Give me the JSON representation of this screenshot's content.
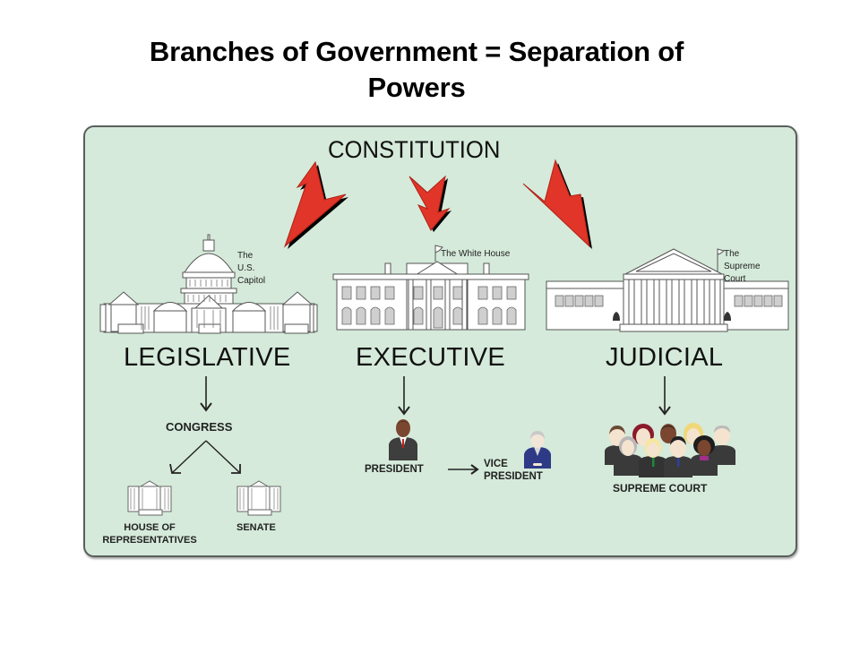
{
  "slide": {
    "title_line1": "Branches of Government = Separation of",
    "title_line2": "Powers"
  },
  "diagram": {
    "root": "CONSTITUTION",
    "arrow_color": "#e03528",
    "background_color": "#d5eada",
    "branches": [
      {
        "name": "LEGISLATIVE",
        "building_caption": [
          "The",
          "U.S.",
          "Capitol"
        ],
        "body": "CONGRESS",
        "sub_bodies": [
          {
            "label_line1": "HOUSE OF",
            "label_line2": "REPRESENTATIVES"
          },
          {
            "label_line1": "SENATE",
            "label_line2": ""
          }
        ]
      },
      {
        "name": "EXECUTIVE",
        "building_caption": [
          "The White House"
        ],
        "body": "PRESIDENT",
        "next_label_line1": "VICE",
        "next_label_line2": "PRESIDENT"
      },
      {
        "name": "JUDICIAL",
        "building_caption": [
          "The",
          "Supreme",
          "Court"
        ],
        "body": "SUPREME COURT"
      }
    ]
  }
}
